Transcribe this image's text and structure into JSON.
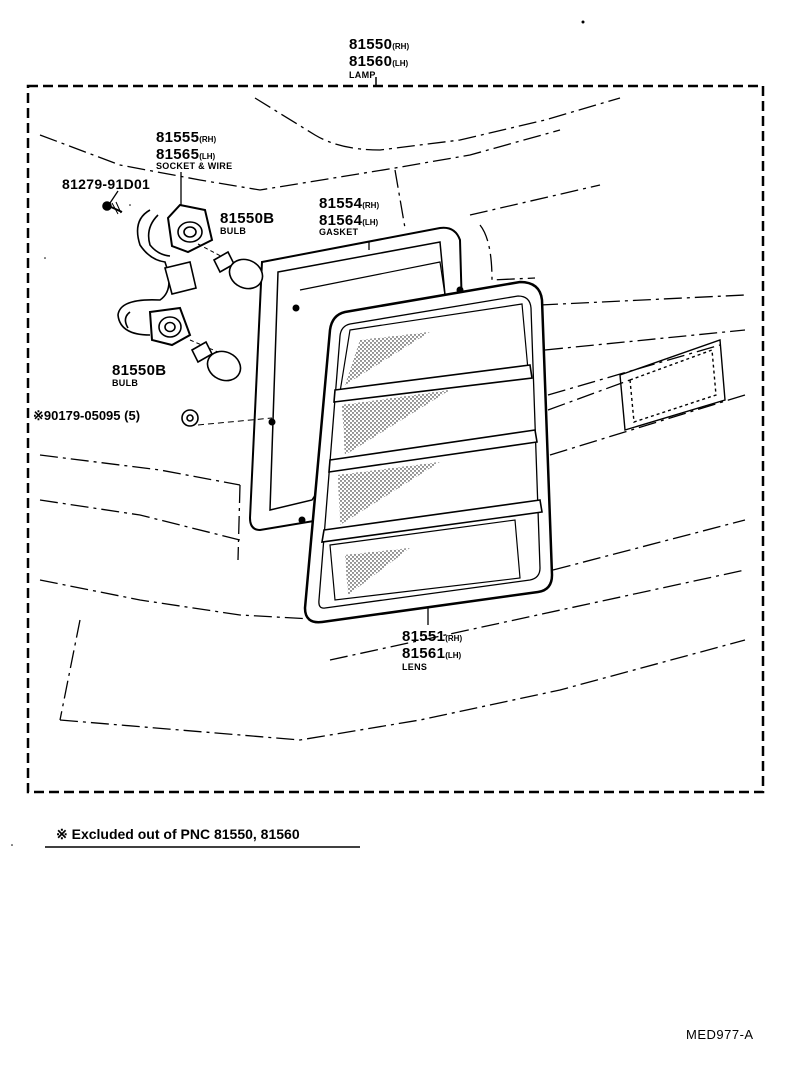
{
  "labels": {
    "lamp": {
      "pn_rh": "81550",
      "sfx_rh": "(RH)",
      "pn_lh": "81560",
      "sfx_lh": "(LH)",
      "desc": "LAMP"
    },
    "socket": {
      "pn_rh": "81555",
      "sfx_rh": "(RH)",
      "pn_lh": "81565",
      "sfx_lh": "(LH)",
      "desc": "SOCKET & WIRE"
    },
    "screw": {
      "pn": "81279-91D01"
    },
    "bulb_upper": {
      "pn": "81550B",
      "desc": "BULB"
    },
    "gasket": {
      "pn_rh": "81554",
      "sfx_rh": "(RH)",
      "pn_lh": "81564",
      "sfx_lh": "(LH)",
      "desc": "GASKET"
    },
    "bulb_lower": {
      "pn": "81550B",
      "desc": "BULB"
    },
    "nut": {
      "pn": "※90179-05095",
      "qty": "(5)"
    },
    "lens": {
      "pn_rh": "81551",
      "sfx_rh": "(RH)",
      "pn_lh": "81561",
      "sfx_lh": "(LH)",
      "desc": "LENS"
    }
  },
  "footnote": "※ Excluded out of PNC 81550, 81560",
  "diagram_code": "MED977-A"
}
